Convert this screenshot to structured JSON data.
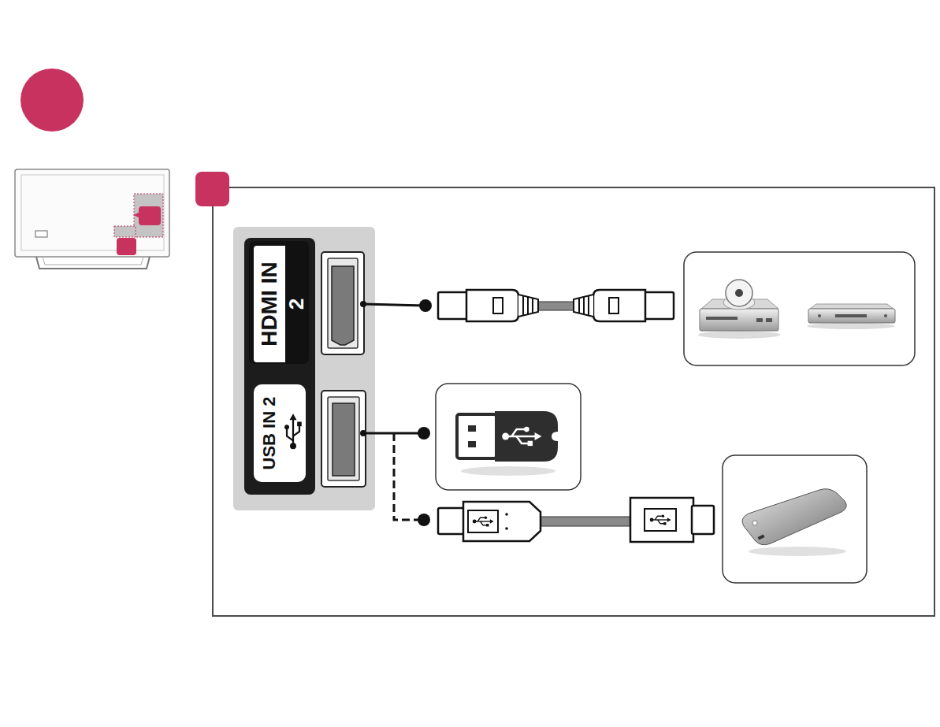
{
  "diagram": {
    "nodes": [
      {
        "text": [
          "HDMI IN",
          "2"
        ]
      },
      {
        "text": [
          "USB IN 2"
        ]
      }
    ]
  }
}
